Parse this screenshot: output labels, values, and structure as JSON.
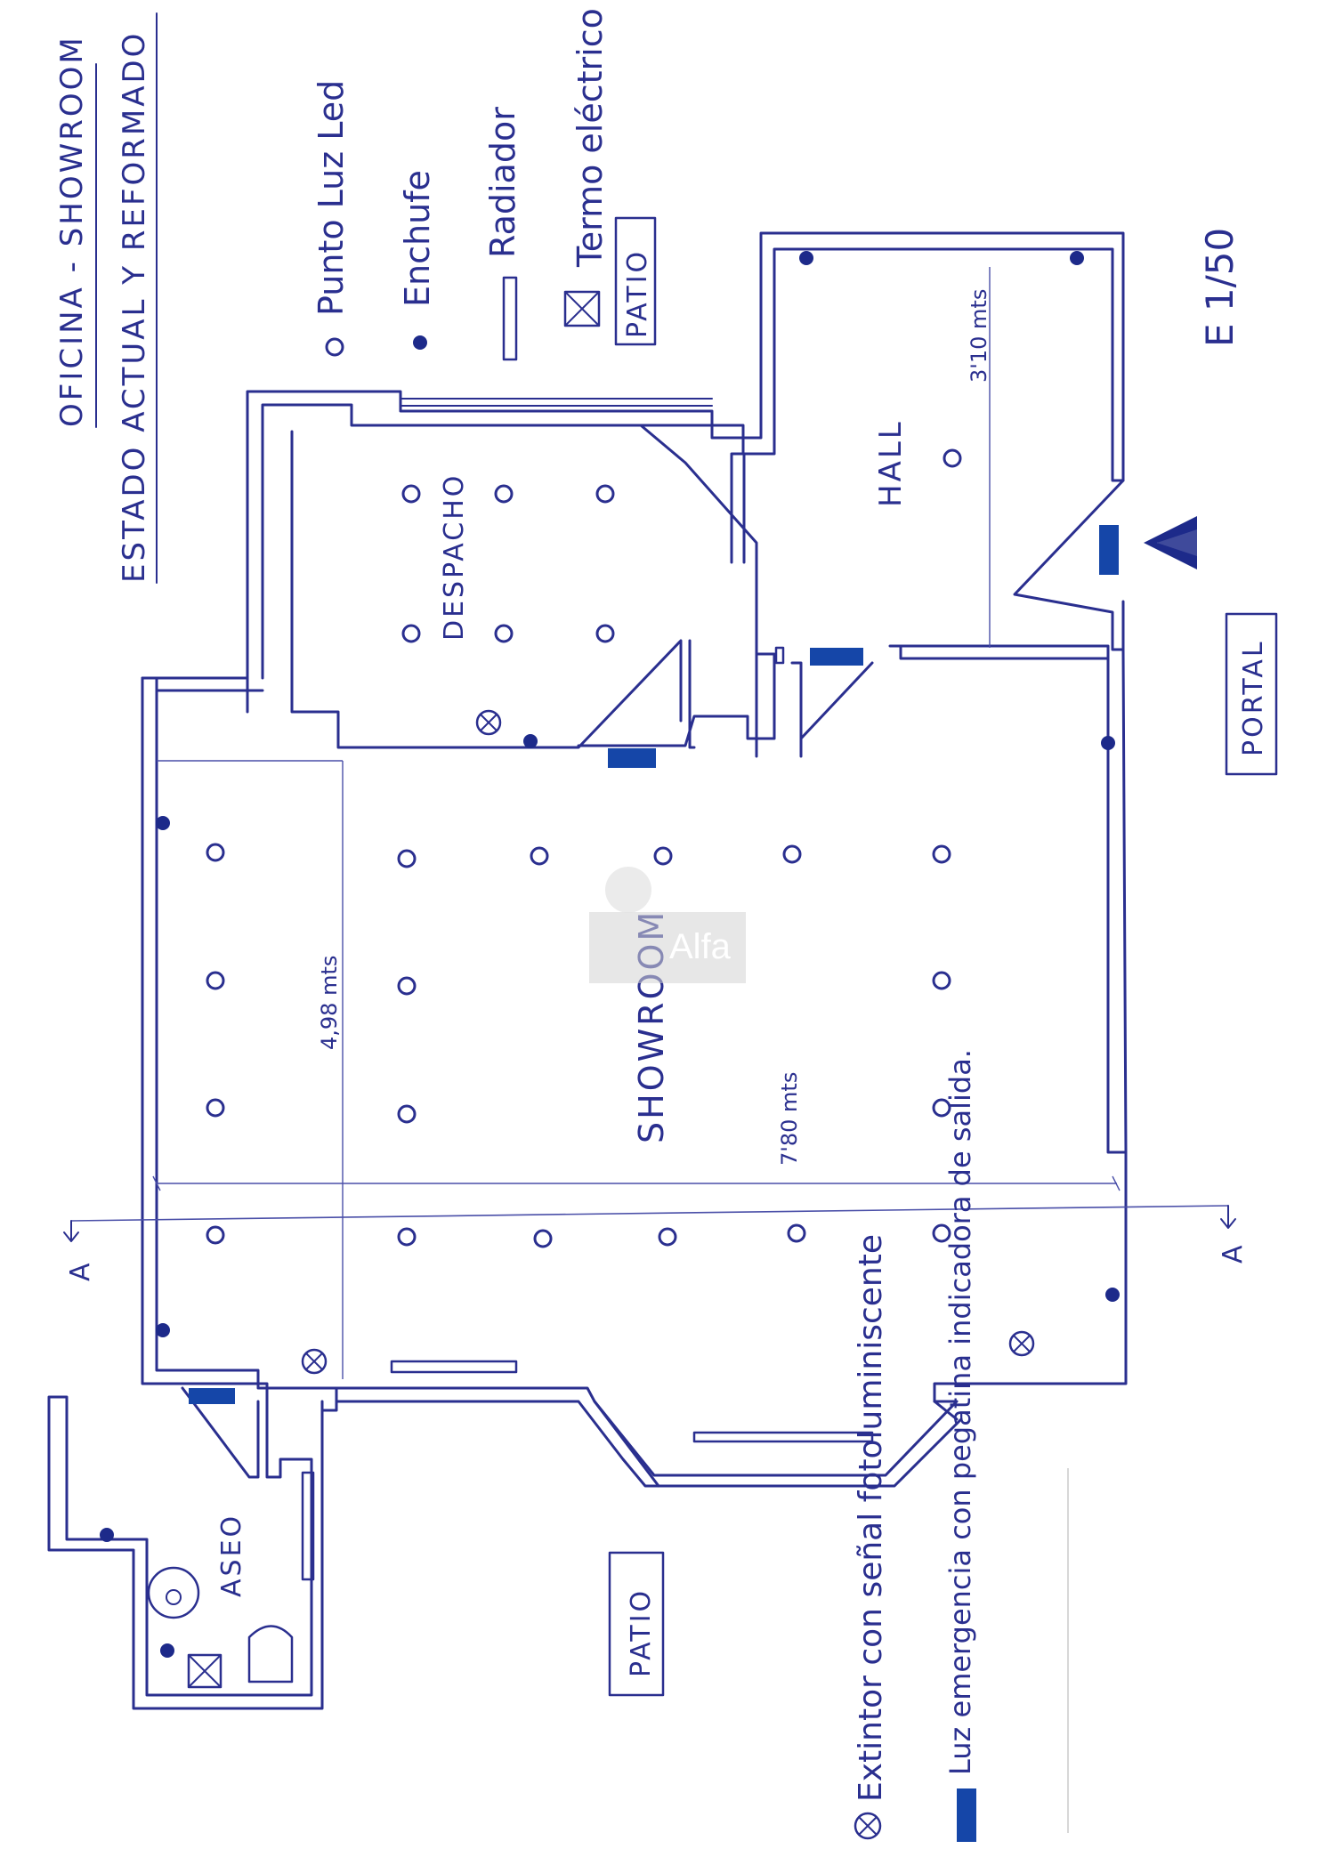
{
  "title": {
    "line1": "OFICINA - SHOWROOM",
    "line2": "ESTADO ACTUAL Y REFORMADO"
  },
  "legend": {
    "light": "Punto Luz Led",
    "socket": "Enchufe",
    "radiator": "Radiador",
    "water_heater": "Termo eléctrico",
    "extinguisher": "Extintor con señal fotoluminiscente",
    "emergency": "Luz emergencia con pegatina indicadora de salida."
  },
  "rooms": {
    "office": "DESPACHO",
    "hall": "HALL",
    "showroom": "SHOWROOM",
    "toilet": "ASEO",
    "patio_top": "PATIO",
    "patio_bottom": "PATIO",
    "portal": "PORTAL"
  },
  "dimensions": {
    "hall_width": "3'10 mts",
    "showroom_depth": "4,98 mts",
    "showroom_length": "7'80 mts"
  },
  "scale": "E 1/50",
  "section": {
    "left": "A",
    "right": "A"
  },
  "watermark": "Alfa",
  "colors": {
    "ink": "#2a2f8f",
    "emergency": "#1546a8"
  }
}
